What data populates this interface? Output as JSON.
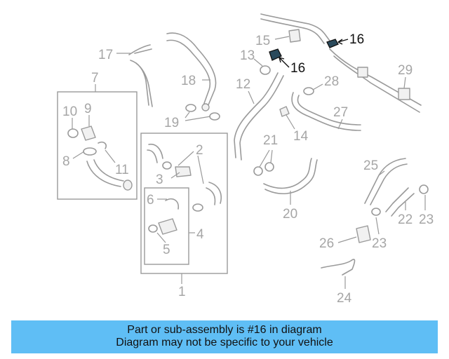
{
  "callouts": {
    "c1": "1",
    "c2": "2",
    "c3": "3",
    "c4": "4",
    "c5": "5",
    "c6": "6",
    "c7": "7",
    "c8": "8",
    "c9": "9",
    "c10": "10",
    "c11": "11",
    "c12": "12",
    "c13": "13",
    "c14": "14",
    "c15": "15",
    "c16a": "16",
    "c16b": "16",
    "c17": "17",
    "c18": "18",
    "c19": "19",
    "c20": "20",
    "c21": "21",
    "c22": "22",
    "c23a": "23",
    "c23b": "23",
    "c24": "24",
    "c25": "25",
    "c26": "26",
    "c27": "27",
    "c28": "28",
    "c29": "29"
  },
  "highlighted_part": "16",
  "colors": {
    "highlight": "#111111",
    "diagram": "#9a9a9a",
    "banner": "#5fbef5"
  },
  "banner": {
    "line1": "Part or sub-assembly is #16 in diagram",
    "line2": "Diagram may not be specific to your vehicle"
  }
}
